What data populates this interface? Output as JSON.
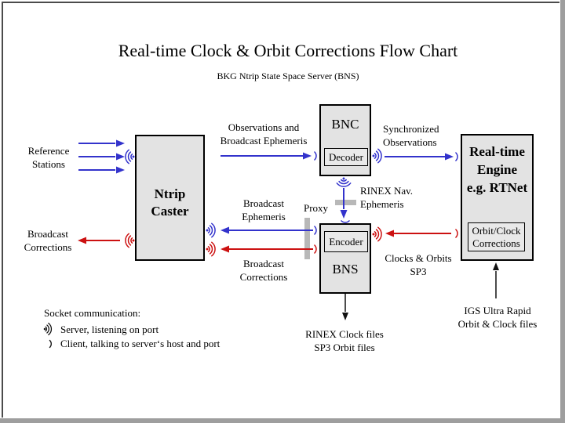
{
  "title": "Real-time Clock & Orbit Corrections Flow Chart",
  "subtitle": "BKG Ntrip State Space Server (BNS)",
  "colors": {
    "blue": "#3333cc",
    "red": "#cc1111",
    "dark": "#111111",
    "box_fill": "#e3e3e3",
    "box_border": "#000000",
    "proxy_bar": "#b8b8b8",
    "frame_dark": "#4b4b4b",
    "frame_gray": "#9e9e9e"
  },
  "icons": {
    "server": "socket-server-icon",
    "client": "socket-client-icon"
  },
  "nodes": {
    "ntrip_caster": {
      "line1": "Ntrip",
      "line2": "Caster"
    },
    "bnc": {
      "title": "BNC",
      "sub": "Decoder"
    },
    "bns": {
      "title": "BNS",
      "sub": "Encoder"
    },
    "rt_engine": {
      "line1": "Real-time",
      "line2": "Engine",
      "line3": "e.g. RTNet",
      "sub_line1": "Orbit/Clock",
      "sub_line2": "Corrections"
    }
  },
  "labels": {
    "reference_stations": {
      "line1": "Reference",
      "line2": "Stations"
    },
    "broadcast_corrections_left": {
      "line1": "Broadcast",
      "line2": "Corrections"
    },
    "observations": {
      "line1": "Observations and",
      "line2": "Broadcast Ephemeris"
    },
    "synchronized": {
      "line1": "Synchronized",
      "line2": "Observations"
    },
    "rinex_nav": {
      "line1": "RINEX Nav.",
      "line2": "Ephemeris"
    },
    "proxy": "Proxy",
    "broadcast_ephemeris": {
      "line1": "Broadcast",
      "line2": "Ephemeris"
    },
    "broadcast_corrections_mid": {
      "line1": "Broadcast",
      "line2": "Corrections"
    },
    "clocks_orbits": {
      "line1": "Clocks & Orbits",
      "line2": "SP3"
    },
    "igs": {
      "line1": "IGS Ultra Rapid",
      "line2": "Orbit & Clock files"
    },
    "rinex_files": {
      "line1": "RINEX Clock files",
      "line2": "SP3 Orbit files"
    }
  },
  "legend": {
    "title": "Socket communication:",
    "server": "Server, listening on port",
    "client": "Client, talking to server‘s host and port"
  }
}
